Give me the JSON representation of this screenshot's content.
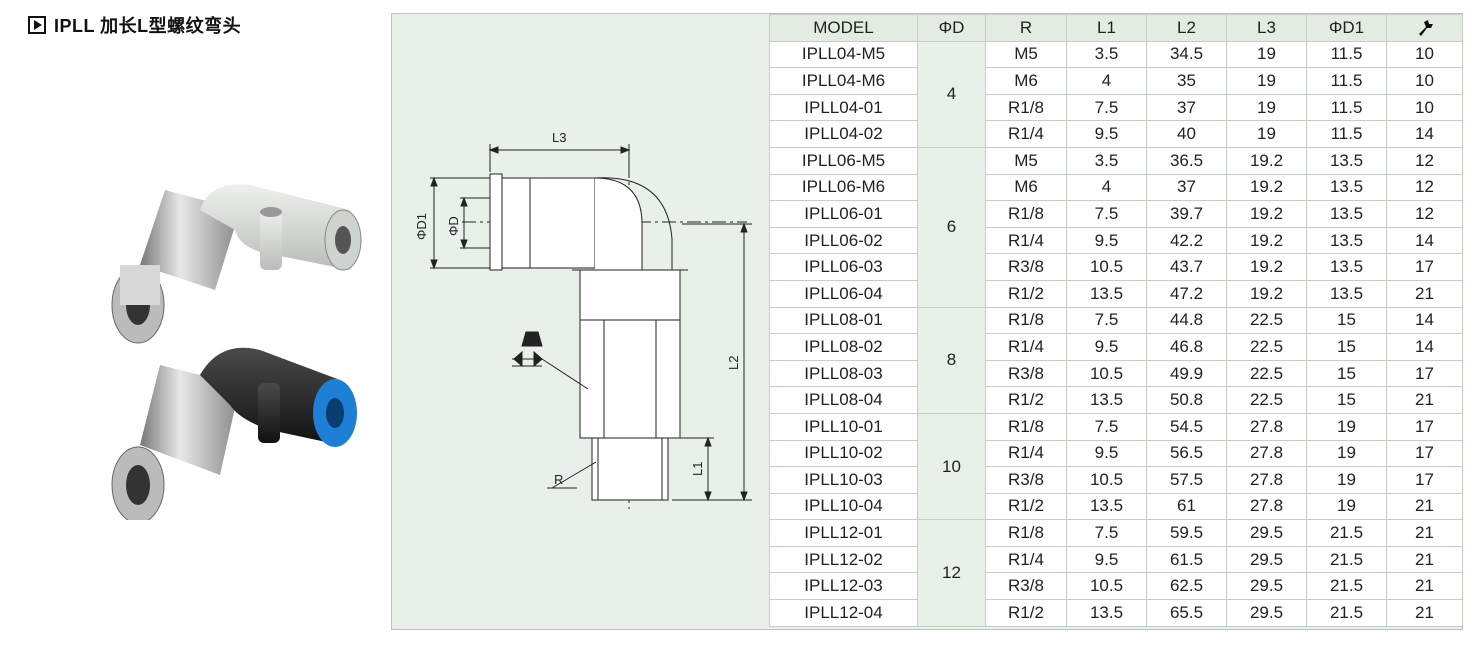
{
  "title": "IPLL 加长L型螺纹弯头",
  "icon": "play-icon",
  "drawing_labels": {
    "l3": "L3",
    "phi_d1": "ΦD1",
    "phi_d": "ΦD",
    "l2": "L2",
    "l1": "L1",
    "r": "R"
  },
  "table": {
    "headers": [
      "MODEL",
      "ΦD",
      "R",
      "L1",
      "L2",
      "L3",
      "ΦD1"
    ],
    "last_header_icon": "wrench-icon",
    "groups": [
      {
        "d": "4",
        "rows": [
          [
            "IPLL04-M5",
            "M5",
            "3.5",
            "34.5",
            "19",
            "11.5",
            "10"
          ],
          [
            "IPLL04-M6",
            "M6",
            "4",
            "35",
            "19",
            "11.5",
            "10"
          ],
          [
            "IPLL04-01",
            "R1/8",
            "7.5",
            "37",
            "19",
            "11.5",
            "10"
          ],
          [
            "IPLL04-02",
            "R1/4",
            "9.5",
            "40",
            "19",
            "11.5",
            "14"
          ]
        ]
      },
      {
        "d": "6",
        "rows": [
          [
            "IPLL06-M5",
            "M5",
            "3.5",
            "36.5",
            "19.2",
            "13.5",
            "12"
          ],
          [
            "IPLL06-M6",
            "M6",
            "4",
            "37",
            "19.2",
            "13.5",
            "12"
          ],
          [
            "IPLL06-01",
            "R1/8",
            "7.5",
            "39.7",
            "19.2",
            "13.5",
            "12"
          ],
          [
            "IPLL06-02",
            "R1/4",
            "9.5",
            "42.2",
            "19.2",
            "13.5",
            "14"
          ],
          [
            "IPLL06-03",
            "R3/8",
            "10.5",
            "43.7",
            "19.2",
            "13.5",
            "17"
          ],
          [
            "IPLL06-04",
            "R1/2",
            "13.5",
            "47.2",
            "19.2",
            "13.5",
            "21"
          ]
        ]
      },
      {
        "d": "8",
        "rows": [
          [
            "IPLL08-01",
            "R1/8",
            "7.5",
            "44.8",
            "22.5",
            "15",
            "14"
          ],
          [
            "IPLL08-02",
            "R1/4",
            "9.5",
            "46.8",
            "22.5",
            "15",
            "14"
          ],
          [
            "IPLL08-03",
            "R3/8",
            "10.5",
            "49.9",
            "22.5",
            "15",
            "17"
          ],
          [
            "IPLL08-04",
            "R1/2",
            "13.5",
            "50.8",
            "22.5",
            "15",
            "21"
          ]
        ]
      },
      {
        "d": "10",
        "rows": [
          [
            "IPLL10-01",
            "R1/8",
            "7.5",
            "54.5",
            "27.8",
            "19",
            "17"
          ],
          [
            "IPLL10-02",
            "R1/4",
            "9.5",
            "56.5",
            "27.8",
            "19",
            "17"
          ],
          [
            "IPLL10-03",
            "R3/8",
            "10.5",
            "57.5",
            "27.8",
            "19",
            "17"
          ],
          [
            "IPLL10-04",
            "R1/2",
            "13.5",
            "61",
            "27.8",
            "19",
            "21"
          ]
        ]
      },
      {
        "d": "12",
        "rows": [
          [
            "IPLL12-01",
            "R1/8",
            "7.5",
            "59.5",
            "29.5",
            "21.5",
            "21"
          ],
          [
            "IPLL12-02",
            "R1/4",
            "9.5",
            "61.5",
            "29.5",
            "21.5",
            "21"
          ],
          [
            "IPLL12-03",
            "R3/8",
            "10.5",
            "62.5",
            "29.5",
            "21.5",
            "21"
          ],
          [
            "IPLL12-04",
            "R1/2",
            "13.5",
            "65.5",
            "29.5",
            "21.5",
            "21"
          ]
        ]
      }
    ]
  }
}
